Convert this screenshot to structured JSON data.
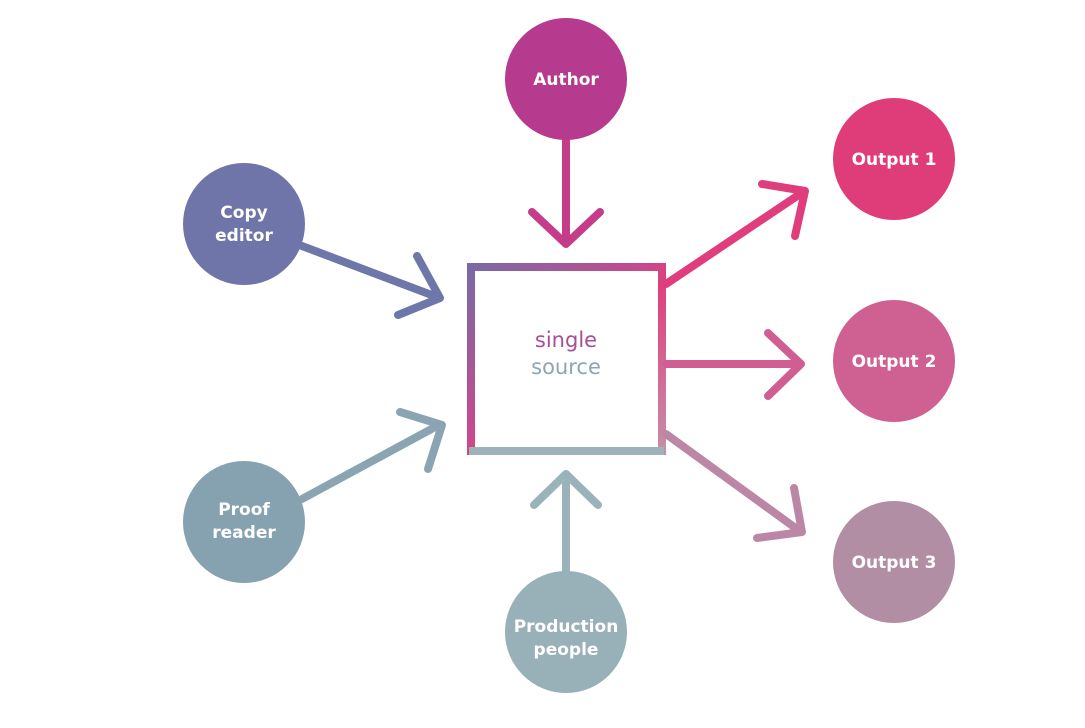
{
  "diagram": {
    "center": {
      "line1": "single",
      "line2": "source"
    },
    "inputs": [
      {
        "id": "author",
        "lines": [
          "Author"
        ],
        "color": "#b63b8f"
      },
      {
        "id": "copy-editor",
        "lines": [
          "Copy",
          "editor"
        ],
        "color": "#6f75a8"
      },
      {
        "id": "proof-reader",
        "lines": [
          "Proof",
          "reader"
        ],
        "color": "#86a1b0"
      },
      {
        "id": "production-people",
        "lines": [
          "Production",
          "people"
        ],
        "color": "#98b1b8"
      }
    ],
    "outputs": [
      {
        "id": "output-1",
        "lines": [
          "Output 1"
        ],
        "color": "#df3c7a"
      },
      {
        "id": "output-2",
        "lines": [
          "Output 2"
        ],
        "color": "#cf6092"
      },
      {
        "id": "output-3",
        "lines": [
          "Output 3"
        ],
        "color": "#b28ea4"
      }
    ],
    "colors": {
      "magenta": "#cf3b86",
      "purple": "#6f75a8",
      "teal": "#8eaab4",
      "pink": "#e03f7c"
    }
  }
}
